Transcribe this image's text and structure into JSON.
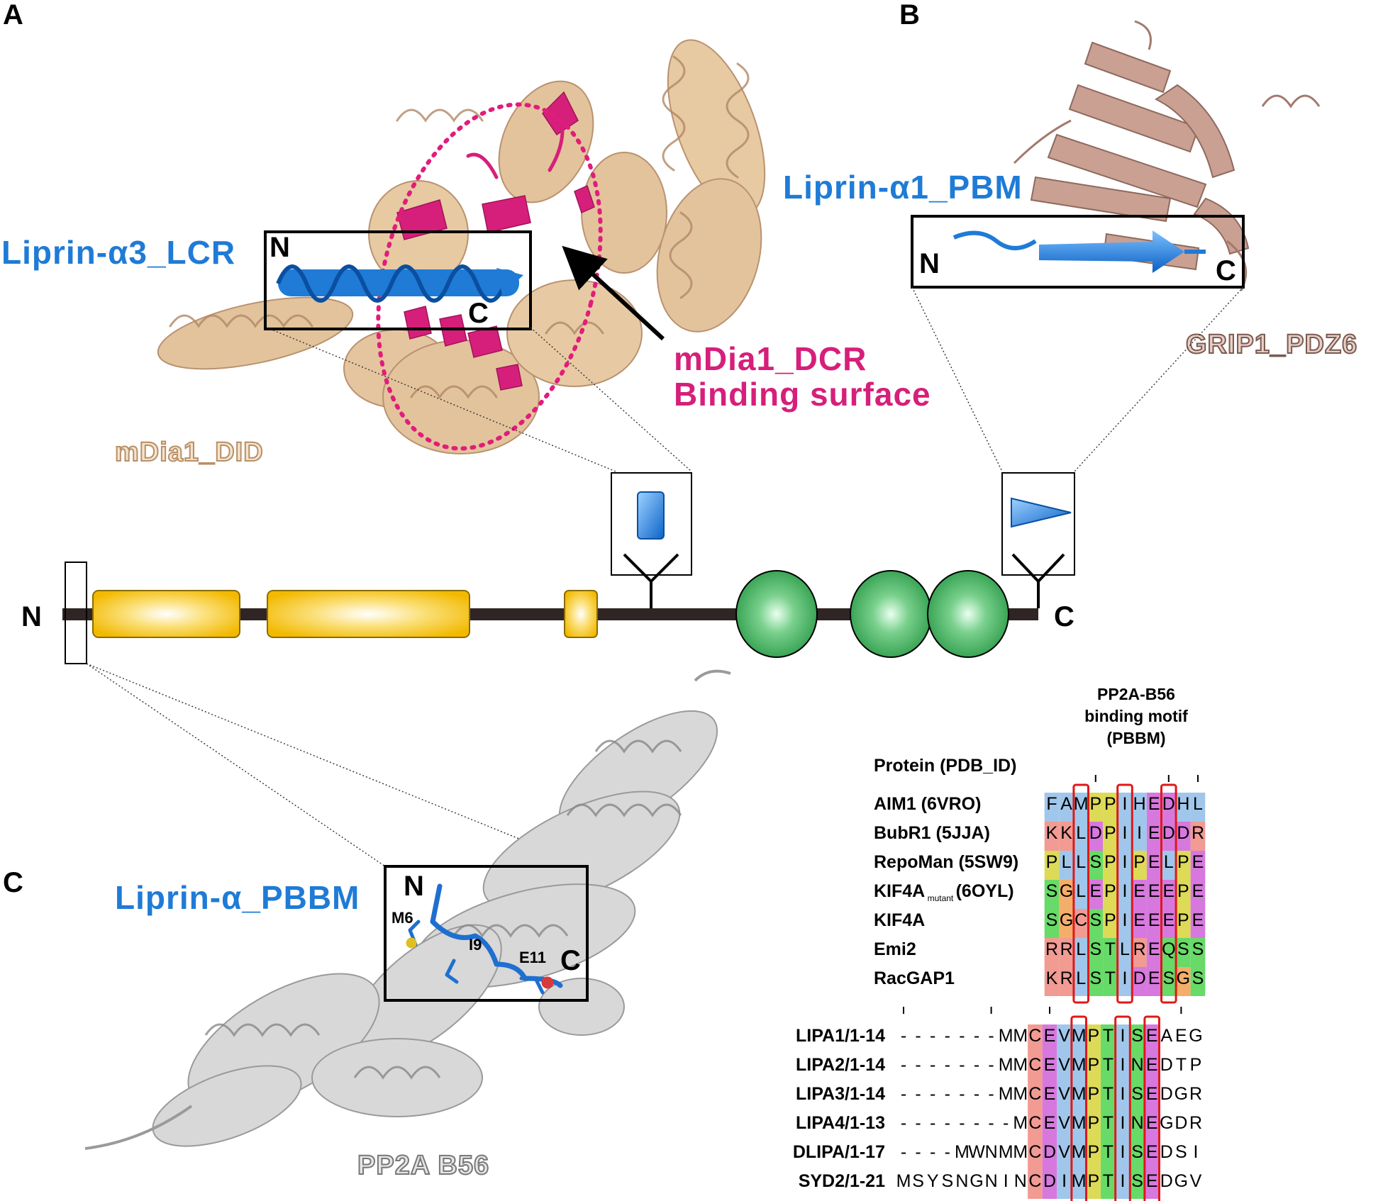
{
  "panels": {
    "a": "A",
    "b": "B",
    "c": "C"
  },
  "labels": {
    "lcr": "Liprin-α3_LCR",
    "did": "mDia1_DID",
    "dcr_line1": "mDia1_DCR",
    "dcr_line2": "Binding surface",
    "pbm": "Liprin-α1_PBM",
    "pdz": "GRIP1_PDZ6",
    "pbbm": "Liprin-α_PBBM",
    "b56": "PP2A B56"
  },
  "termini": {
    "n": "N",
    "c": "C"
  },
  "residues": {
    "m6": "M6",
    "i9": "I9",
    "e11": "E11"
  },
  "colors": {
    "wheat": "#e3c39c",
    "magenta": "#d61f7a",
    "blue": "#1f7bd6",
    "rose": "#c49a8c",
    "grey": "#bdbdbd",
    "yellow": "#f5c518",
    "green": "#3fae5a"
  },
  "domain_icons": [
    "yellow-box",
    "yellow-box",
    "small-yellow-box",
    "blue-rect-icon",
    "green-circle",
    "green-circle",
    "green-circle",
    "blue-triangle-icon"
  ],
  "alignment_top": {
    "header_lines": [
      "PP2A-B56",
      "binding motif",
      "(PBBM)"
    ],
    "protein_header": "Protein (PDB_ID)",
    "rows": [
      {
        "name": "AIM1 (6VRO)",
        "seq": "FAMPPIHEDHL"
      },
      {
        "name": "BubR1 (5JJA)",
        "seq": "KKLDPIIEDDR"
      },
      {
        "name": "RepoMan (5SW9)",
        "seq": "PLLSPIPELPE"
      },
      {
        "name": "KIF4A",
        "sub": "mutant",
        "suffix": "(6OYL)",
        "seq": "SGLEPIEEEPE"
      },
      {
        "name": "KIF4A",
        "seq": "SGCSPIEEEPE"
      },
      {
        "name": "Emi2",
        "seq": "RRLSTLREQSS"
      },
      {
        "name": "RacGAP1",
        "seq": "KRLSTIDESGS"
      }
    ]
  },
  "alignment_bottom": {
    "rows": [
      {
        "name": "LIPA1/1-14",
        "seq": "-------MMCEVMPTISEAEG"
      },
      {
        "name": "LIPA2/1-14",
        "seq": "-------MMCEVMPTINEDTP"
      },
      {
        "name": "LIPA3/1-14",
        "seq": "-------MMCEVMPTISEDGR"
      },
      {
        "name": "LIPA4/1-13",
        "seq": "--------MCEVMPTINEGDR"
      },
      {
        "name": "DLIPA/1-17",
        "seq": "----MWNMMCDVMPTISEDSI"
      },
      {
        "name": "SYD2/1-21",
        "seq": "MSYSNGNINCDIMPTISEDGV"
      }
    ]
  }
}
